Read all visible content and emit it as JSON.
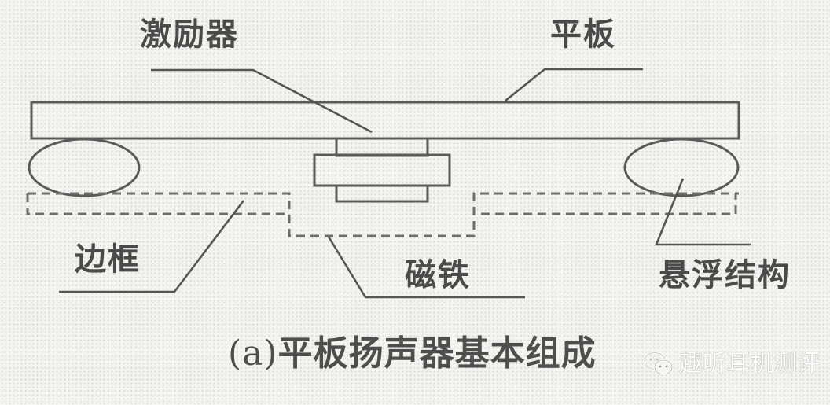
{
  "diagram": {
    "title": "平板扬声器基本组成",
    "caption": {
      "prefix": "(a)",
      "text": "平板扬声器基本组成"
    },
    "labels": {
      "exciter": "激励器",
      "plate": "平板",
      "frame": "边框",
      "magnet": "磁铁",
      "suspension": "悬浮结构"
    },
    "components": [
      {
        "id": "plate",
        "label": "平板",
        "shape": "rectangle"
      },
      {
        "id": "exciter",
        "label": "激励器",
        "shape": "stacked-rectangles"
      },
      {
        "id": "suspension-left",
        "label": "悬浮结构",
        "shape": "ellipse"
      },
      {
        "id": "suspension-right",
        "label": "悬浮结构",
        "shape": "ellipse"
      },
      {
        "id": "frame",
        "label": "边框",
        "shape": "dashed-outline"
      },
      {
        "id": "magnet",
        "label": "磁铁",
        "shape": "dashed-outline"
      }
    ],
    "colors": {
      "line": "#5a5a5a",
      "text": "#4a4a4a",
      "background": "#f4f4f2"
    }
  },
  "watermark": {
    "icon": "wechat-icon",
    "text": "趣听耳机测评"
  }
}
